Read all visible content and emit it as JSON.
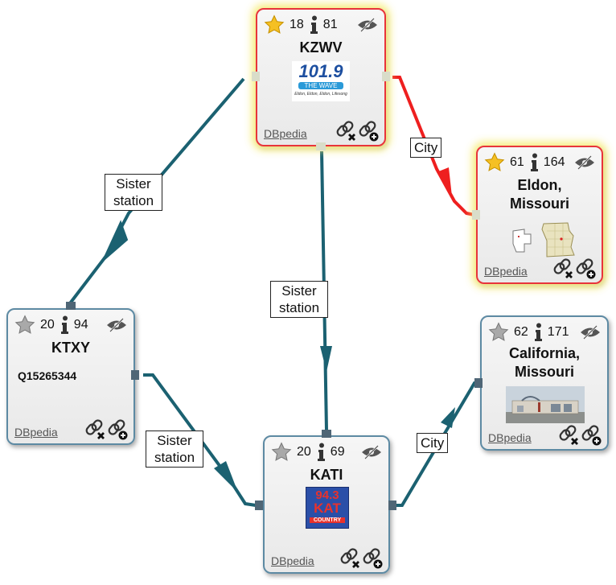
{
  "source_label": "DBpedia",
  "nodes": {
    "kzwv": {
      "title": "KZWV",
      "count_a": "18",
      "count_b": "81",
      "logo": {
        "main": "101.9",
        "sub": "THE WAVE",
        "tagline": "Eldon, Eldon, Eldon, Lifesong"
      }
    },
    "eldon": {
      "title_line1": "Eldon,",
      "title_line2": "Missouri",
      "count_a": "61",
      "count_b": "164"
    },
    "ktxy": {
      "title": "KTXY",
      "subtitle": "Q15265344",
      "count_a": "20",
      "count_b": "94"
    },
    "kati": {
      "title": "KATI",
      "count_a": "20",
      "count_b": "69",
      "logo": {
        "main": "94.3",
        "sub": "KAT",
        "band": "COUNTRY"
      }
    },
    "california": {
      "title_line1": "California,",
      "title_line2": "Missouri",
      "count_a": "62",
      "count_b": "171"
    }
  },
  "edges": {
    "kzwv_eldon": {
      "line1": "City"
    },
    "kzwv_ktxy": {
      "line1": "Sister",
      "line2": "station"
    },
    "kzwv_kati": {
      "line1": "Sister",
      "line2": "station"
    },
    "ktxy_kati": {
      "line1": "Sister",
      "line2": "station"
    },
    "kati_california": {
      "line1": "City"
    }
  },
  "colors": {
    "edge": "#1b6171",
    "edge_highlight": "#ee1f1f",
    "node_border": "#5d8aa3",
    "node_border_highlight": "#e8343a",
    "port": "#4f6676",
    "star_active": "#f5c023",
    "star_inactive": "#a9a9a9"
  },
  "icons": [
    "star-icon",
    "info-icon",
    "hide-icon",
    "unlink-icon",
    "add-link-icon"
  ]
}
